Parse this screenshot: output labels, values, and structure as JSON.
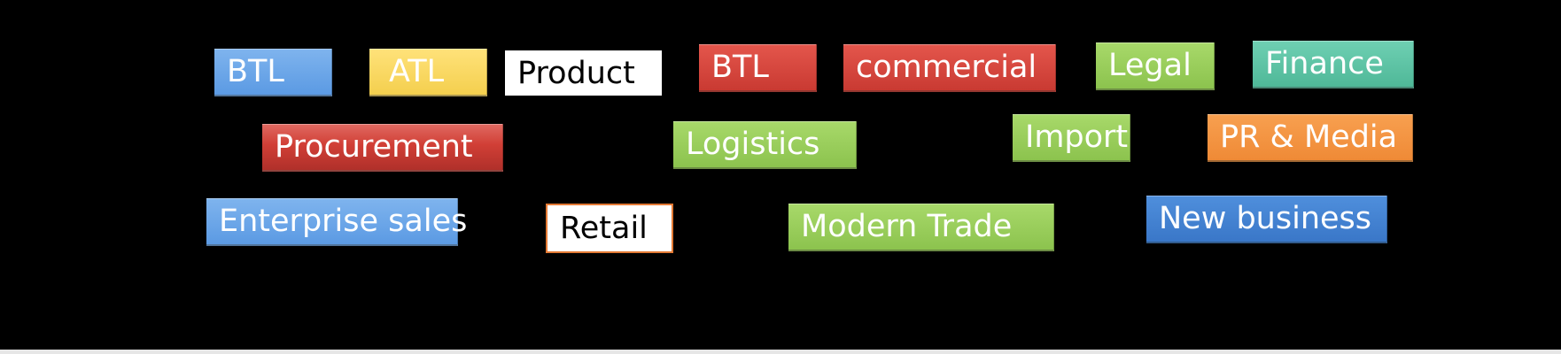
{
  "tags": {
    "btl_1": "BTL",
    "atl": "ATL",
    "product": "Product",
    "btl_2": "BTL",
    "commercial": "commercial",
    "legal": "Legal",
    "finance": "Finance",
    "procurement": "Procurement",
    "logistics": "Logistics",
    "import": "Import",
    "pr_media": "PR & Media",
    "enterprise_sales": "Enterprise sales",
    "retail": "Retail",
    "modern_trade": "Modern Trade",
    "new_business": "New business"
  },
  "colors": {
    "background": "#000000",
    "blue": "#6aa6e8",
    "yellow": "#f7d35c",
    "red": "#d8443b",
    "green": "#97cb59",
    "teal": "#5ec2a4",
    "orange": "#f28f3f",
    "navy": "#3f7fcd",
    "white": "#ffffff"
  }
}
